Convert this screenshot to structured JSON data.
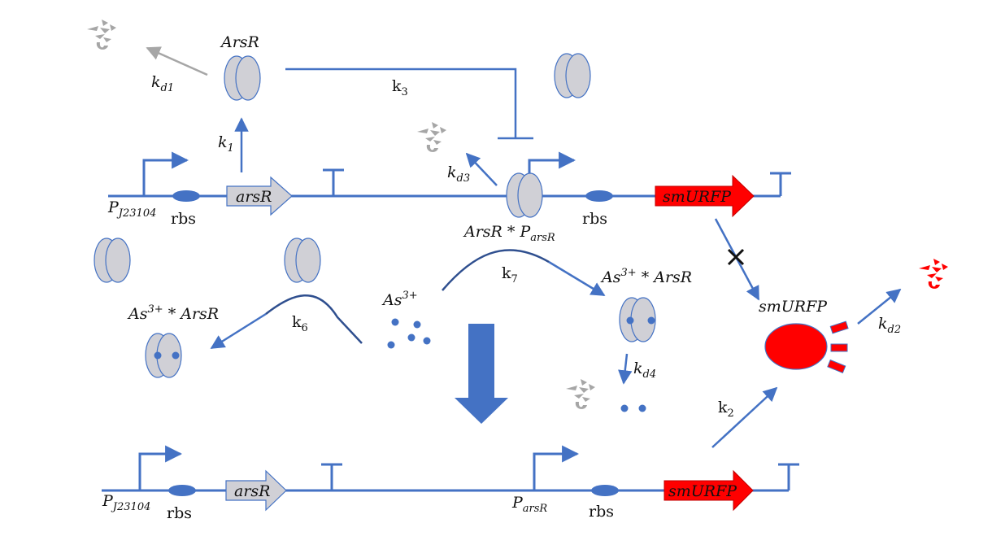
{
  "labels": {
    "arsr_top": "ArsR",
    "kd1": "k",
    "kd1_sub": "d1",
    "k3": "k",
    "k3_sub": "3",
    "k1": "k",
    "k1_sub": "1",
    "kd3": "k",
    "kd3_sub": "d3",
    "promoter_top": "P",
    "promoter_top_sub": "J23104",
    "rbs_top_left": "rbs",
    "gene_arsr_top": "arsR",
    "complex_arsr_parsr_a": "ArsR",
    "complex_arsr_parsr_star": " * ",
    "complex_arsr_parsr_b": "P",
    "complex_arsr_parsr_b_sub": "arsR",
    "rbs_top_right": "rbs",
    "gene_smurfp_top": "smURFP",
    "as_arsr_left_a": "As",
    "as_arsr_left_sup": "3+",
    "as_arsr_left_b": " * ArsR",
    "k6": "k",
    "k6_sub": "6",
    "as3": "As",
    "as3_sup": "3+",
    "k7": "k",
    "k7_sub": "7",
    "as_arsr_right_a": "As",
    "as_arsr_right_sup": "3+",
    "as_arsr_right_b": " * ArsR",
    "kd4": "k",
    "kd4_sub": "d4",
    "smurfp_protein": "smURFP",
    "kd2": "k",
    "kd2_sub": "d2",
    "k2": "k",
    "k2_sub": "2",
    "promoter_bottom": "P",
    "promoter_bottom_sub": "J23104",
    "rbs_bottom_left": "rbs",
    "gene_arsr_bottom": "arsR",
    "parsr_bottom": "P",
    "parsr_bottom_sub": "arsR",
    "rbs_bottom_right": "rbs",
    "gene_smurfp_bottom": "smURFP"
  },
  "colors": {
    "dna": "#4472c4",
    "protein_fill": "#d0d0d6",
    "protein_stroke": "#4472c4",
    "reporter": "#ff0000",
    "reporter_stroke": "#c00000",
    "degraded": "#a6a6a6",
    "curve": "#2f4f8f",
    "big_arrow": "#4472c4",
    "gene_arsr": "#d0d0d6"
  }
}
